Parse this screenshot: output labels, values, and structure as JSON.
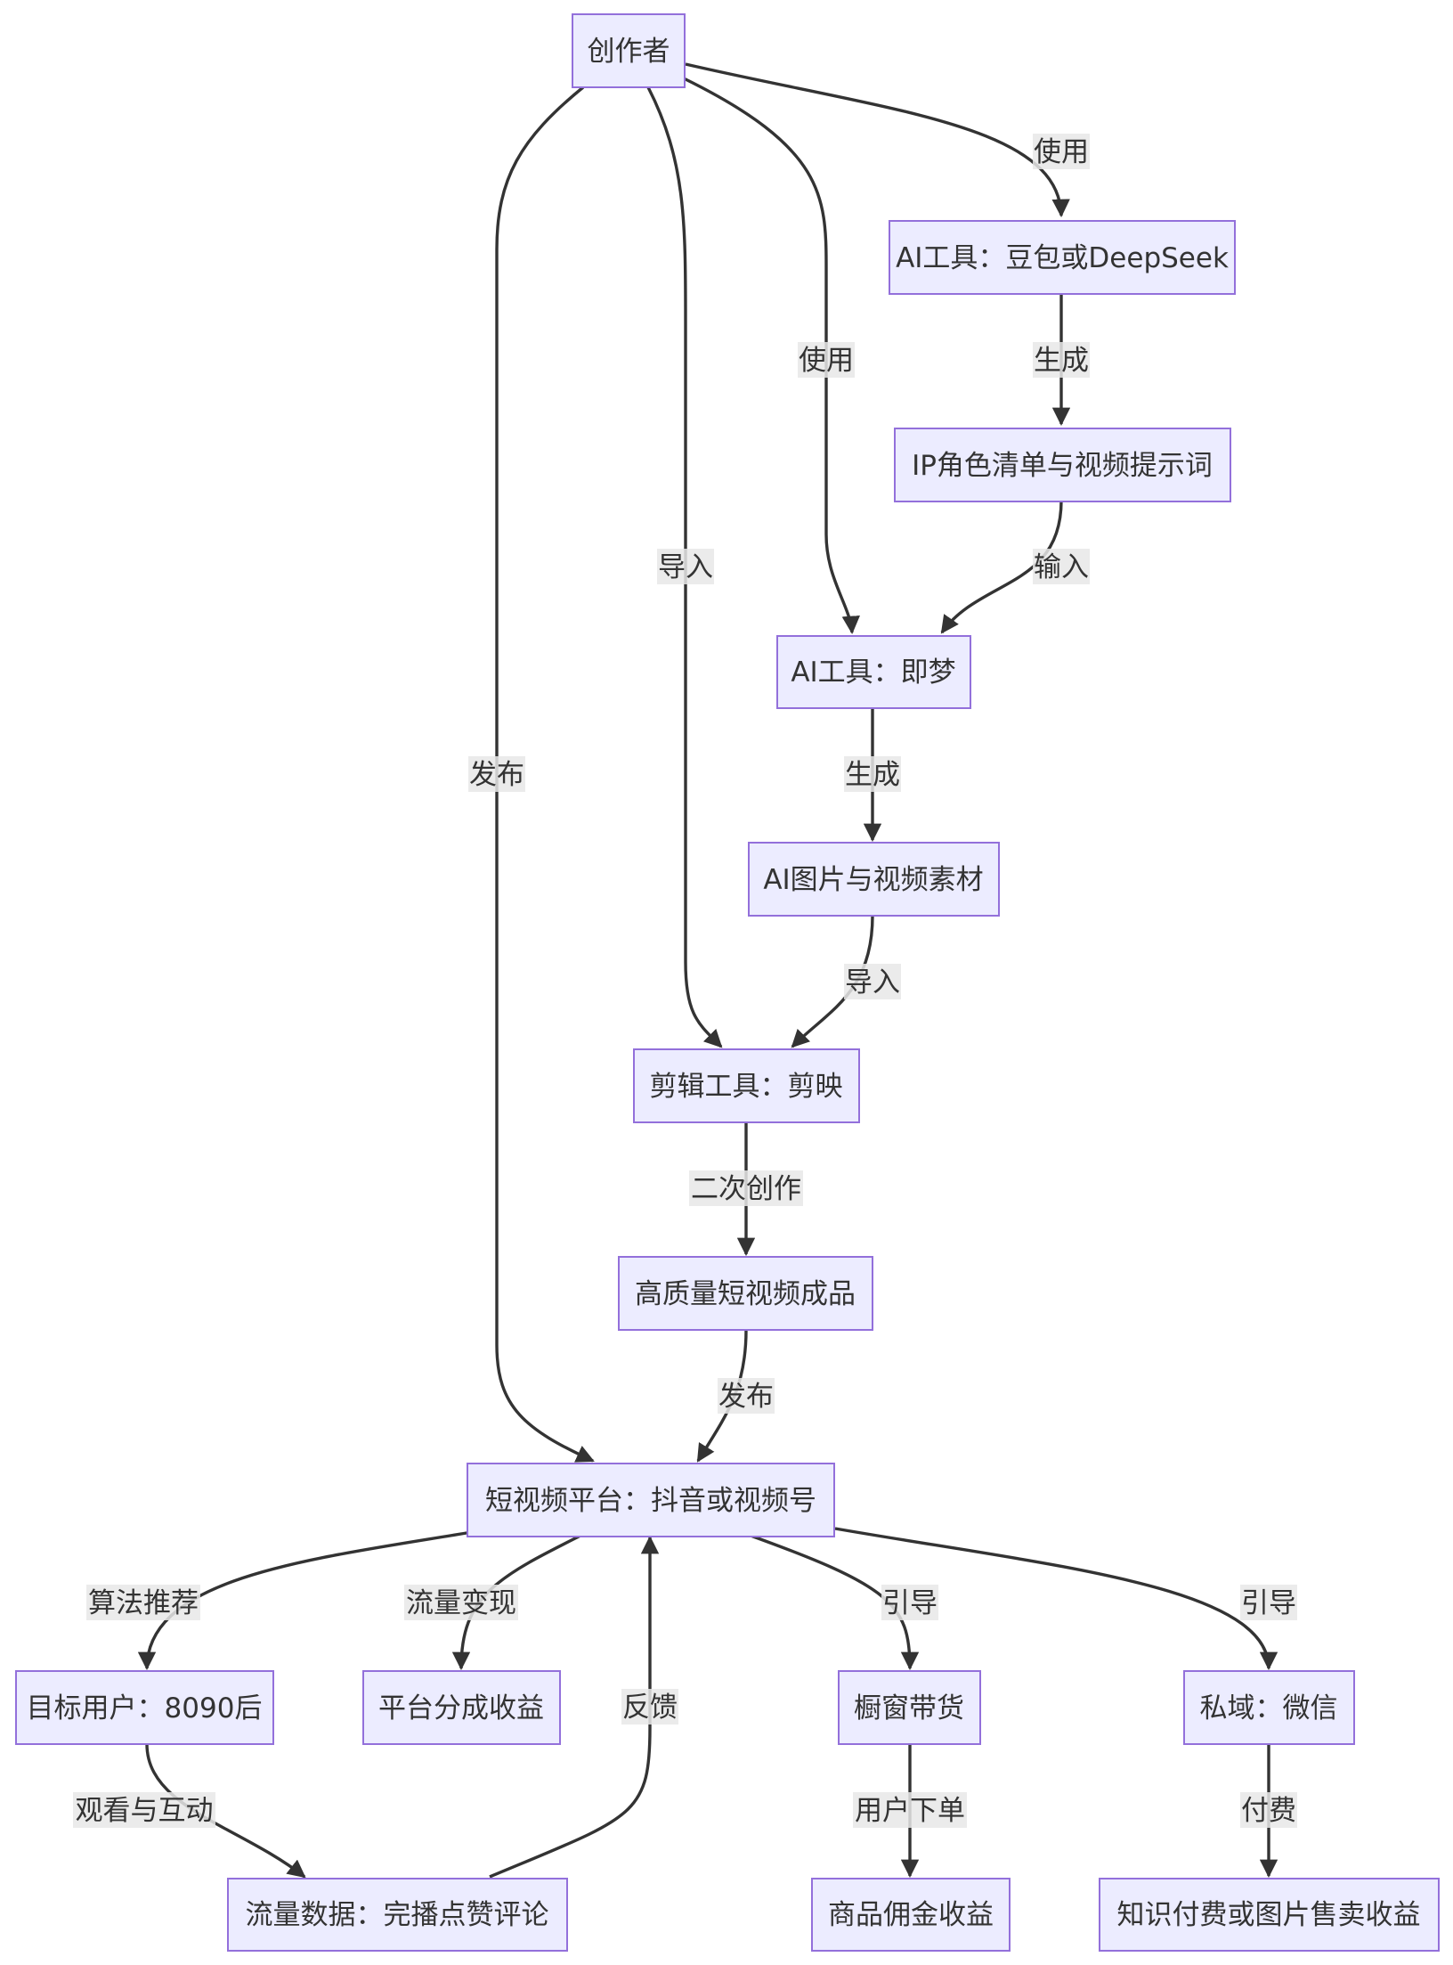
{
  "nodes": {
    "creator": "创作者",
    "ai_doubao": "AI工具：豆包或DeepSeek",
    "ip_list": "IP角色清单与视频提示词",
    "ai_jimeng": "AI工具：即梦",
    "ai_assets": "AI图片与视频素材",
    "editor": "剪辑工具：剪映",
    "final_video": "高质量短视频成品",
    "platform": "短视频平台：抖音或视频号",
    "target_users": "目标用户：8090后",
    "revenue_share": "平台分成收益",
    "showcase": "橱窗带货",
    "private_wechat": "私域：微信",
    "traffic_data": "流量数据：完播点赞评论",
    "commission": "商品佣金收益",
    "knowledge_pay": "知识付费或图片售卖收益"
  },
  "edges": {
    "creator_doubao": "使用",
    "creator_jimeng": "使用",
    "creator_editor": "导入",
    "creator_platform": "发布",
    "doubao_ip": "生成",
    "ip_jimeng": "输入",
    "jimeng_assets": "生成",
    "assets_editor": "导入",
    "editor_final": "二次创作",
    "final_platform": "发布",
    "platform_users": "算法推荐",
    "platform_revenue": "流量变现",
    "platform_showcase": "引导",
    "platform_wechat": "引导",
    "users_traffic": "观看与互动",
    "traffic_platform": "反馈",
    "showcase_commission": "用户下单",
    "wechat_knowledge": "付费"
  }
}
